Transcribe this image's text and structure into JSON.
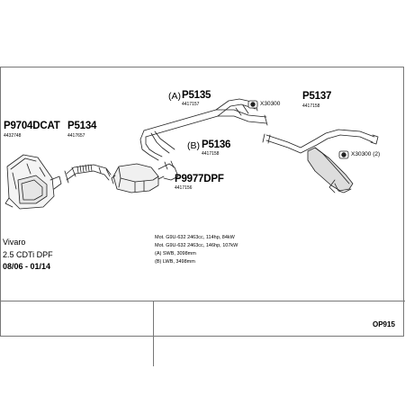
{
  "parts": {
    "p9704dcat": {
      "code": "P9704DCAT",
      "number": "4432748"
    },
    "p5134": {
      "code": "P5134",
      "number": "4417657"
    },
    "p5135": {
      "variant": "(A)",
      "code": "P5135",
      "number": "4417157"
    },
    "p5136": {
      "variant": "(B)",
      "code": "P5136",
      "number": "4417158"
    },
    "p9977dpf": {
      "code": "P9977DPF",
      "number": "4417156"
    },
    "p5137": {
      "code": "P5137",
      "number": "4417158"
    }
  },
  "clamps": {
    "upper": {
      "code": "X30300"
    },
    "rear": {
      "code": "X30300 (2)"
    }
  },
  "vehicle": {
    "name": "Vivaro",
    "engine": "2.5 CDTi DPF",
    "years": "08/06 - 01/14"
  },
  "notes": [
    "Mot. G9U-632 2463cc, 114hp, 84kW",
    "Mot. G9U-632 2463cc, 146hp, 107kW",
    "(A) SWB, 3098mm",
    "(B) LWB, 3498mm"
  ],
  "diagram_code": "OP915"
}
